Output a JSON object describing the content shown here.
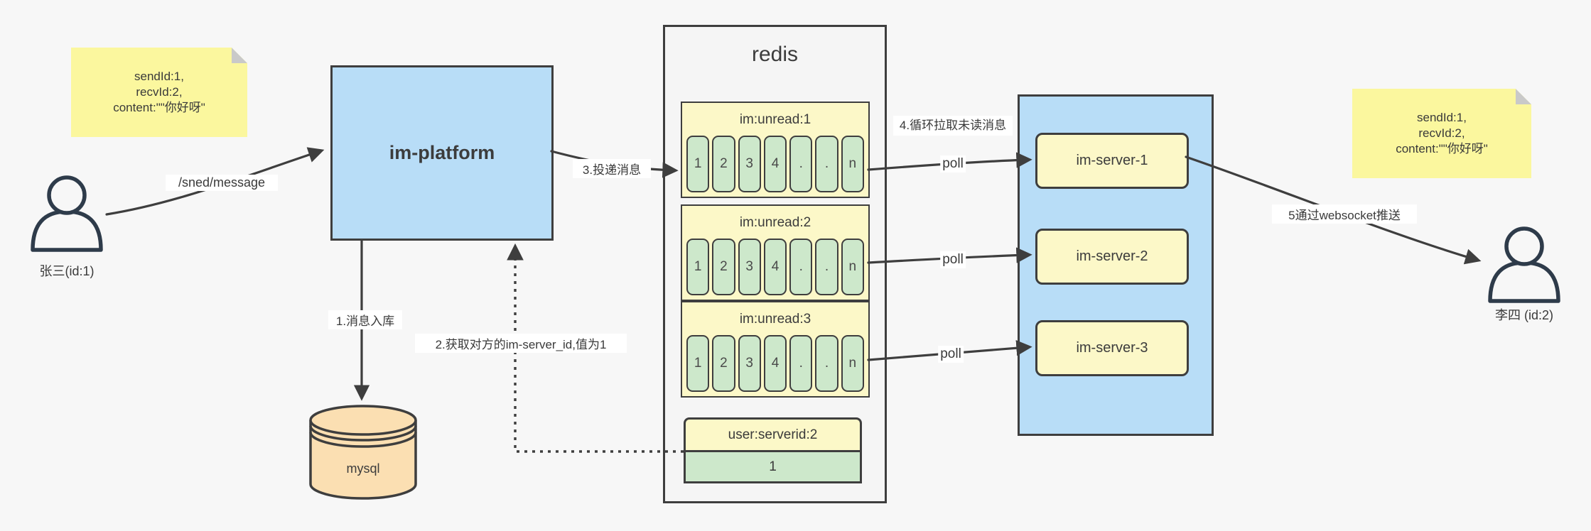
{
  "diagram": {
    "bg": "#f7f7f7",
    "colors": {
      "border": "#3e3e3e",
      "blue_box": "#b8ddf7",
      "note_yellow": "#fbf79e",
      "pale_yellow": "#fcf8c8",
      "cell_green": "#cde8cb",
      "mysql_orange": "#fbdfb2",
      "label_bg": "#ffffff"
    }
  },
  "note_left": {
    "lines": [
      "sendId:1,",
      "recvId:2,",
      "content:\"\"你好呀\""
    ]
  },
  "note_right": {
    "lines": [
      "sendId:1,",
      "recvId:2,",
      "content:\"\"你好呀\""
    ]
  },
  "sender": {
    "label": "张三(id:1)"
  },
  "receiver": {
    "label": "李四 (id:2)"
  },
  "platform": {
    "title": "im-platform"
  },
  "mysql": {
    "title": "mysql"
  },
  "redis": {
    "title": "redis",
    "queues": [
      {
        "name": "im:unread:1",
        "cells": [
          "1",
          "2",
          "3",
          "4",
          ".",
          ".",
          "n"
        ]
      },
      {
        "name": "im:unread:2",
        "cells": [
          "1",
          "2",
          "3",
          "4",
          ".",
          ".",
          "n"
        ]
      },
      {
        "name": "im:unread:3",
        "cells": [
          "1",
          "2",
          "3",
          "4",
          ".",
          ".",
          "n"
        ]
      }
    ],
    "mapping": {
      "key": "user:serverid:2",
      "value": "1"
    }
  },
  "servers": [
    {
      "label": "im-server-1"
    },
    {
      "label": "im-server-2"
    },
    {
      "label": "im-server-3"
    }
  ],
  "edges": {
    "send": "/sned/message",
    "step1": "1.消息入库",
    "step2": "2.获取对方的im-server_id,值为1",
    "step3": "3.投递消息",
    "step4": "4.循环拉取未读消息",
    "poll": [
      "poll",
      "poll",
      "poll"
    ],
    "step5": "5通过websocket推送"
  }
}
